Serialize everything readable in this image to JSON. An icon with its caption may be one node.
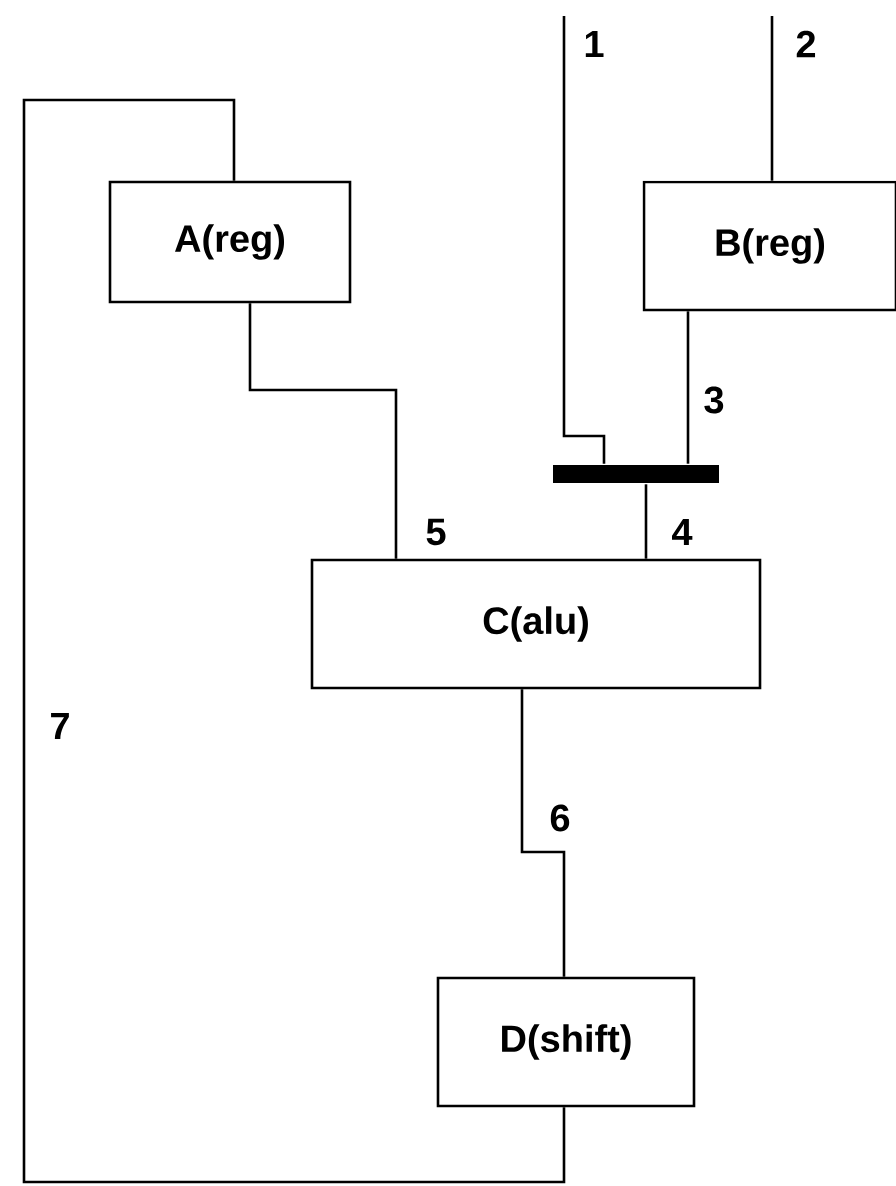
{
  "diagram": {
    "nodes": [
      {
        "text": [
          "A(reg)"
        ]
      },
      {
        "text": [
          "B(reg)"
        ]
      },
      {
        "text": [
          "C(alu)"
        ]
      },
      {
        "text": [
          "D(shift)"
        ]
      },
      {
        "text": [],
        "shape": "bar"
      }
    ],
    "edges": [
      {
        "from": null,
        "to": 4,
        "arrow": "none",
        "label": "1"
      },
      {
        "from": null,
        "to": 1,
        "arrow": "none",
        "label": "2"
      },
      {
        "from": 1,
        "to": 4,
        "arrow": "none",
        "label": "3"
      },
      {
        "from": 4,
        "to": 2,
        "arrow": "none",
        "label": "4"
      },
      {
        "from": 0,
        "to": 2,
        "arrow": "none",
        "label": "5"
      },
      {
        "from": 2,
        "to": 3,
        "arrow": "none",
        "label": "6"
      },
      {
        "from": 3,
        "to": 0,
        "arrow": "none",
        "label": "7"
      }
    ]
  }
}
